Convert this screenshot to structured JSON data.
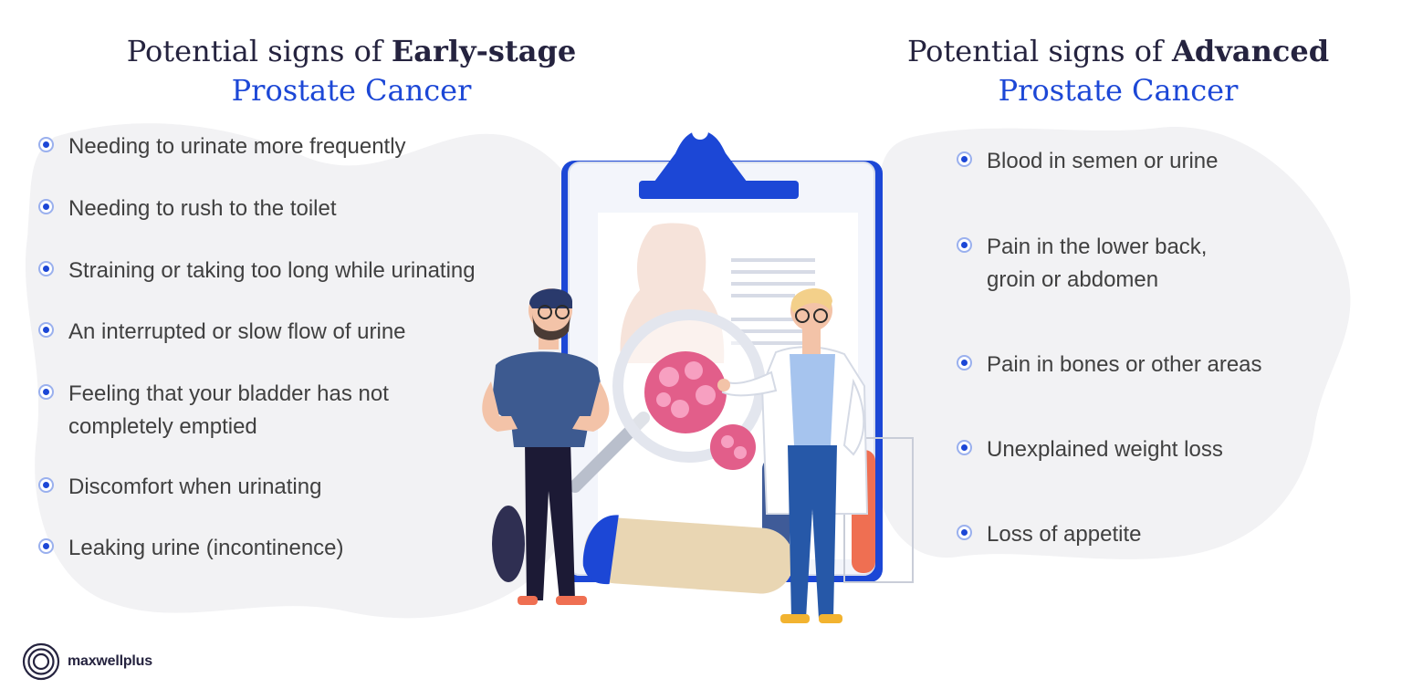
{
  "early": {
    "title_prefix": "Potential signs of",
    "title_strong": "Early-stage",
    "subtitle": "Prostate Cancer",
    "items": [
      "Needing to urinate more frequently",
      "Needing to rush to the toilet",
      "Straining or taking too long while urinating",
      "An interrupted or slow flow of urine",
      "Feeling that your bladder has not completely emptied",
      "Discomfort when urinating",
      "Leaking urine (incontinence)"
    ]
  },
  "advanced": {
    "title_prefix": "Potential signs of",
    "title_strong": "Advanced",
    "subtitle": "Prostate Cancer",
    "items": [
      "Blood in semen or urine",
      "Pain in the lower back, groin or abdomen",
      "Pain in bones or other areas",
      "Unexplained weight loss",
      "Loss of appetite"
    ]
  },
  "logo": {
    "text": "maxwellplus"
  },
  "colors": {
    "accent": "#1c47d6",
    "title": "#25233f",
    "body_text": "#404040",
    "blob": "#f2f2f4"
  }
}
